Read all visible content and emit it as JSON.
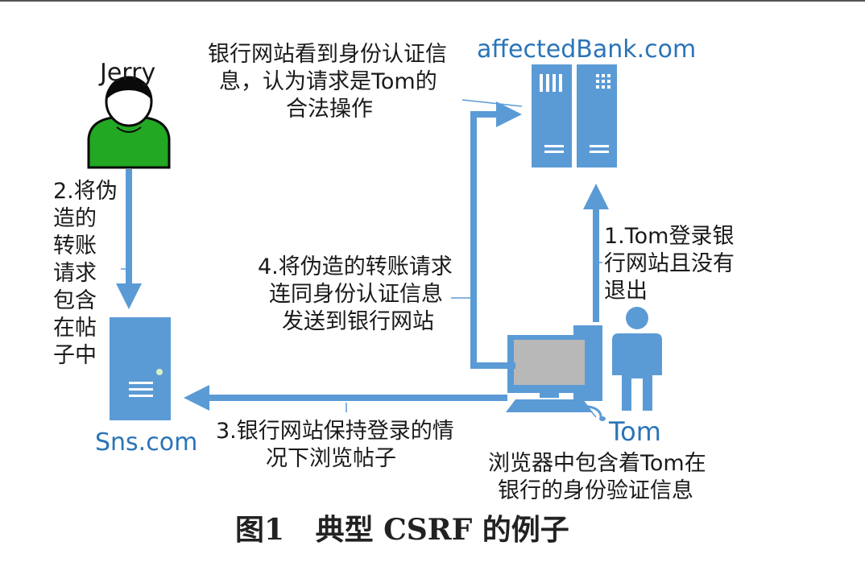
{
  "nodes": {
    "jerry": "Jerry",
    "bank": "affectedBank.com",
    "sns": "Sns.com",
    "tom": "Tom"
  },
  "steps": {
    "step1": [
      "1.Tom登录银",
      "行网站且没有",
      "退出"
    ],
    "step2": [
      "2.将伪",
      "造的",
      "转账",
      "请求",
      "包含",
      "在帖",
      "子中"
    ],
    "step3": [
      "3.银行网站保持登录的情",
      "况下浏览帖子"
    ],
    "step4": [
      "4.将伪造的转账请求",
      "连同身份认证信息",
      "发送到银行网站"
    ]
  },
  "notes": {
    "bank_note": [
      "银行网站看到身份认证信",
      "息，认为请求是Tom的",
      "合法操作"
    ],
    "browser_note": [
      "浏览器中包含着Tom在",
      "银行的身份验证信息"
    ]
  },
  "caption": {
    "figure_no": "图1",
    "title": "典型 CSRF 的例子"
  },
  "colors": {
    "accent": "#5b9bd5",
    "label_blue": "#2a74b8",
    "attacker_green": "#22a822"
  }
}
